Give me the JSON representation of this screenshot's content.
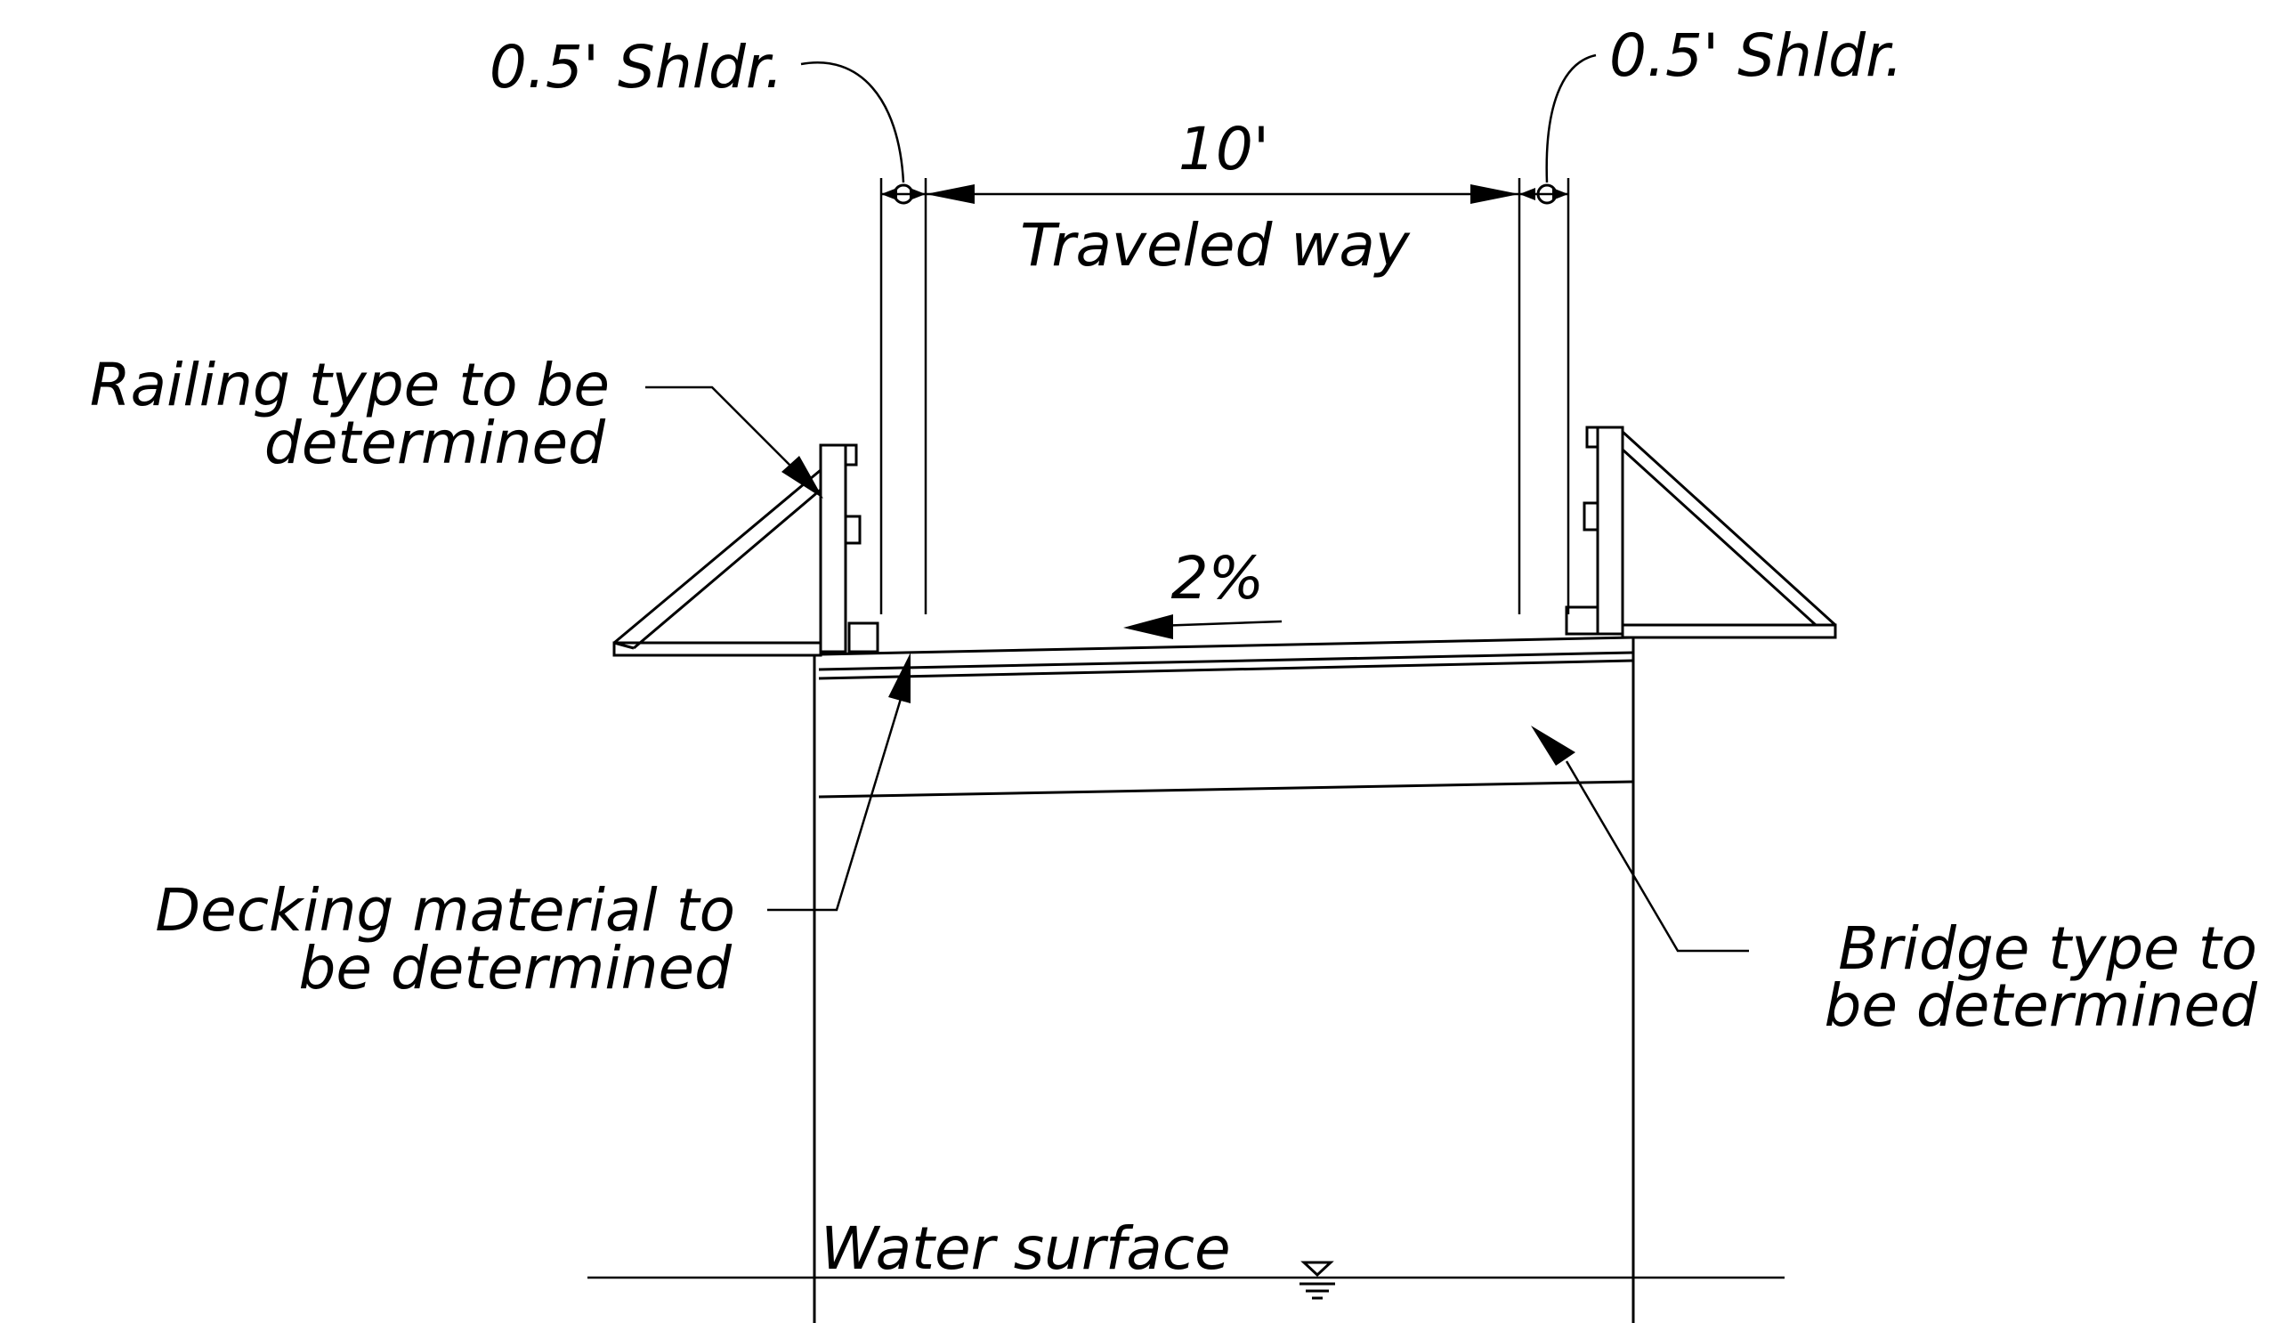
{
  "labels": {
    "left_shoulder": "0.5' Shldr.",
    "right_shoulder": "0.5' Shldr.",
    "traveled_way_width": "10'",
    "traveled_way": "Traveled way",
    "railing_line1": "Railing type to be",
    "railing_line2": "determined",
    "cross_slope": "2%",
    "decking_line1": "Decking material to",
    "decking_line2": "be determined",
    "bridge_line1": "Bridge type to",
    "bridge_line2": "be determined",
    "water_surface": "Water surface"
  },
  "colors": {
    "line": "#000000",
    "background": "#ffffff"
  }
}
